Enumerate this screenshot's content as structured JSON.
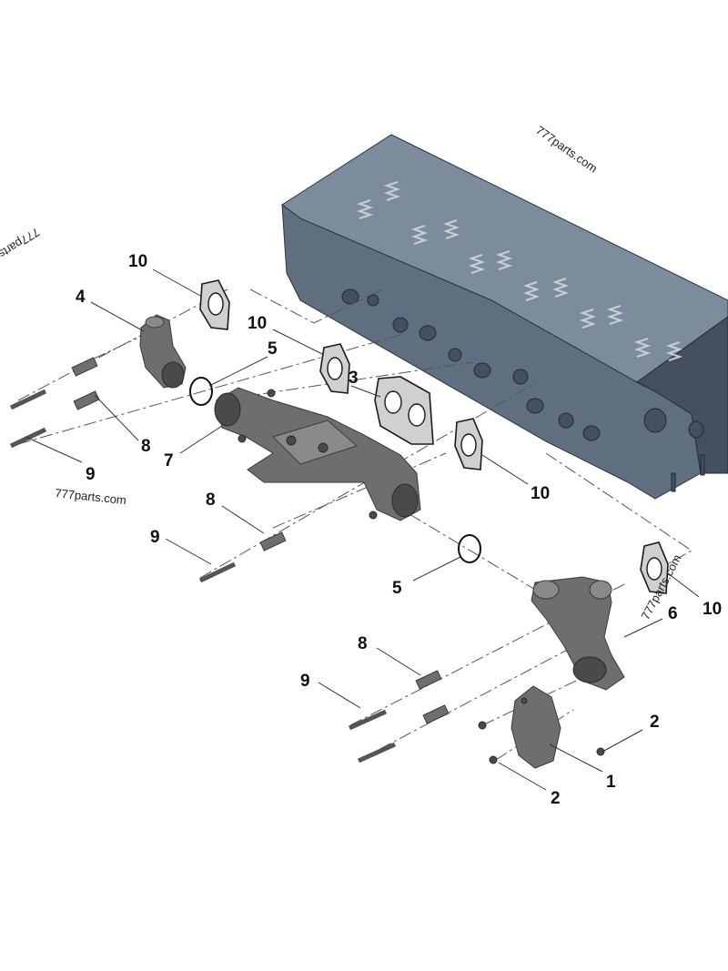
{
  "diagram": {
    "watermarks": [
      "777parts.com",
      "777parts.com",
      "777parts.com",
      "777parts.com"
    ],
    "callouts": {
      "c10a": "10",
      "c4": "4",
      "c10b": "10",
      "c5a": "5",
      "c3": "3",
      "c7": "7",
      "c8a": "8",
      "c9a": "9",
      "c8b": "8",
      "c9b": "9",
      "c10c": "10",
      "c5b": "5",
      "c10d": "10",
      "c6": "6",
      "c8c": "8",
      "c9c": "9",
      "c2a": "2",
      "c1": "1",
      "c2b": "2"
    }
  },
  "colors": {
    "cylinder_head": "#5f6f80",
    "cast_parts": "#6e6e6e",
    "gaskets": "#d0d0d0",
    "background": "#ffffff"
  }
}
